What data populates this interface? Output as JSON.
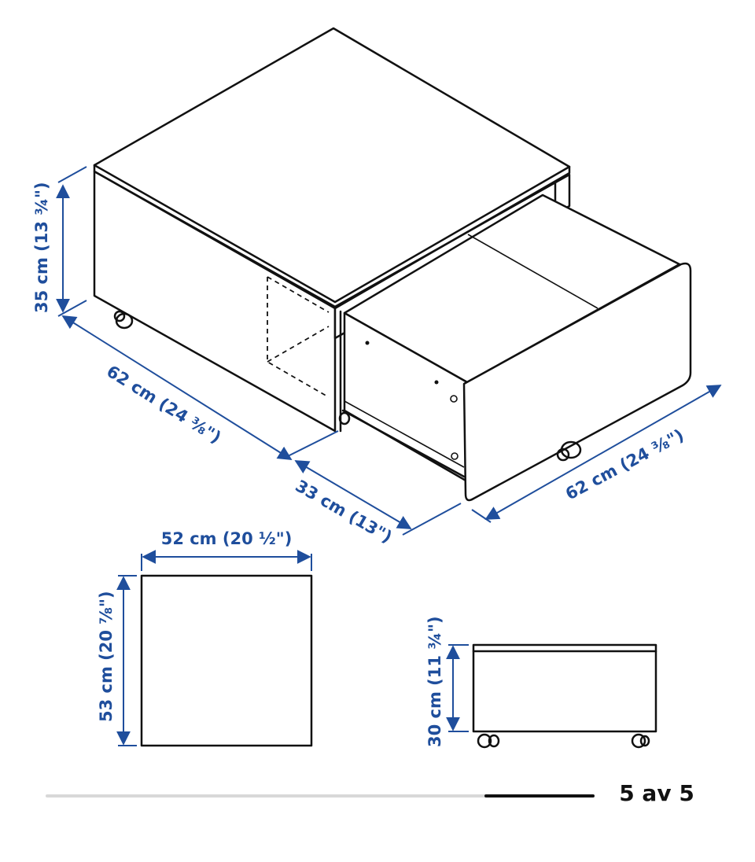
{
  "colors": {
    "dimension": "#1f4e9c",
    "line": "#111111",
    "track": "#d8d8d8"
  },
  "dimensions": {
    "height_main": "35 cm (13 ¾\")",
    "depth_left": "62 cm (24 ⅜\")",
    "drawer_extension": "33 cm (13\")",
    "width_right": "62 cm (24 ⅜\")",
    "drawer_width": "52 cm (20 ½\")",
    "drawer_depth": "53 cm (20 ⅞\")",
    "drawer_height": "30 cm (11 ¾\")"
  },
  "pager": {
    "label": "5 av 5",
    "current": 5,
    "total": 5
  }
}
